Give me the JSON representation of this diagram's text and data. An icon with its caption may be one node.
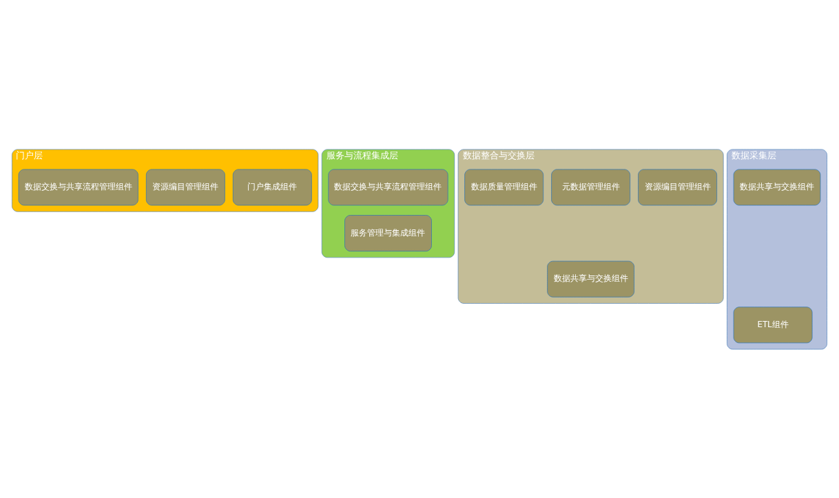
{
  "diagram": {
    "nodes": [
      {
        "text": [
          "门户层"
        ]
      },
      {
        "text": [
          "门户集成组件"
        ],
        "in": 0
      },
      {
        "text": [
          "资源编目管理组件"
        ],
        "in": 0
      },
      {
        "text": [
          "数据交换与共享流程管理组件"
        ],
        "in": 0
      },
      {
        "text": [
          "服务与流程集成层"
        ]
      },
      {
        "text": [
          "服务管理与集成组件"
        ],
        "in": 4
      },
      {
        "text": [
          "数据交换与共享流程管理组件"
        ],
        "in": 4
      },
      {
        "text": [
          "数据整合与交换层"
        ]
      },
      {
        "text": [
          "数据共享与交换组件"
        ],
        "in": 7
      },
      {
        "text": [
          "资源编目管理组件"
        ],
        "in": 7
      },
      {
        "text": [
          "元数据管理组件"
        ],
        "in": 7
      },
      {
        "text": [
          "数据质量管理组件"
        ],
        "in": 7
      },
      {
        "text": [
          "数据采集层"
        ]
      },
      {
        "text": [
          "ETL组件"
        ],
        "in": 12
      },
      {
        "text": [
          "数据共享与交换组件"
        ],
        "in": 12
      }
    ]
  }
}
